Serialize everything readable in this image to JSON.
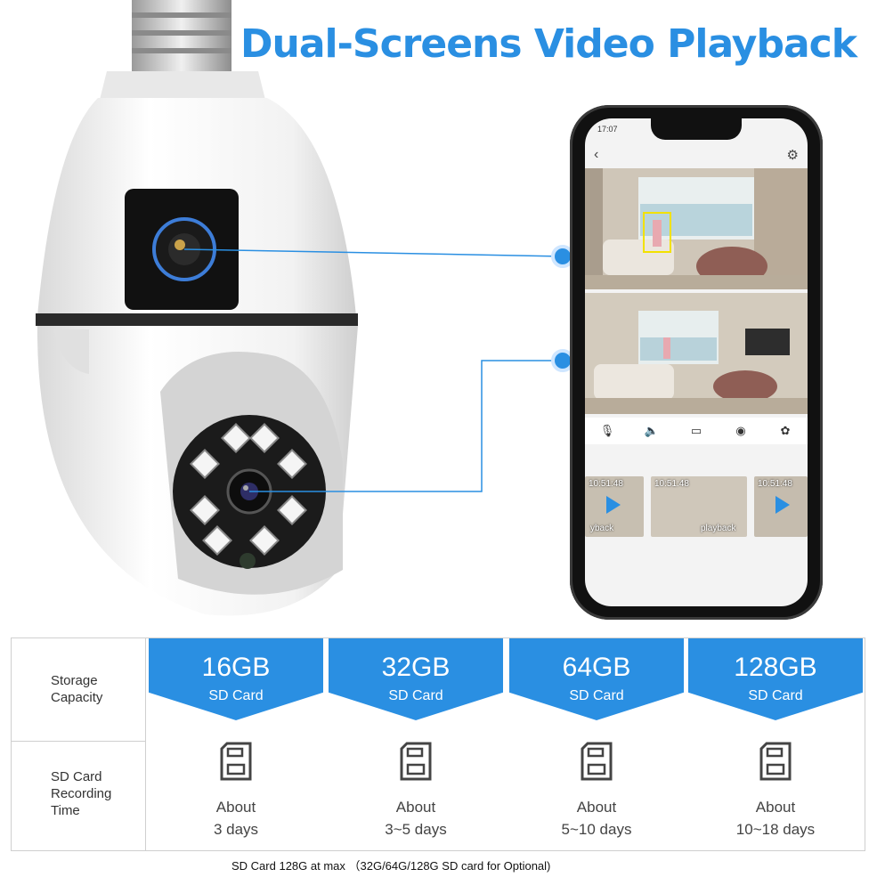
{
  "title": "Dual-Screens Video Playback",
  "accent_color": "#2a8fe2",
  "phone": {
    "status_time": "17:07",
    "header": {
      "back_icon": "chevron-left-icon",
      "settings_icon": "gear-icon"
    },
    "controls": [
      {
        "icon": "microphone-icon",
        "glyph": "🎤"
      },
      {
        "icon": "speaker-mute-icon",
        "glyph": "🔇"
      },
      {
        "icon": "video-record-icon",
        "glyph": "▭"
      },
      {
        "icon": "camera-icon",
        "glyph": "📷"
      },
      {
        "icon": "palette-icon",
        "glyph": "✿"
      }
    ],
    "thumbnails": [
      {
        "time": "10:51:48",
        "label": "yback"
      },
      {
        "time": "10:51:48",
        "label": "playback"
      },
      {
        "time": "10:51:48",
        "label": ""
      }
    ]
  },
  "table": {
    "row_labels": {
      "storage": "Storage Capacity",
      "recording": "SD Card Recording Time"
    },
    "columns": [
      {
        "capacity": "16GB",
        "sub": "SD Card",
        "about": "About",
        "days": "3 days"
      },
      {
        "capacity": "32GB",
        "sub": "SD Card",
        "about": "About",
        "days": "3~5 days"
      },
      {
        "capacity": "64GB",
        "sub": "SD Card",
        "about": "About",
        "days": "5~10 days"
      },
      {
        "capacity": "128GB",
        "sub": "SD Card",
        "about": "About",
        "days": "10~18 days"
      }
    ]
  },
  "footnote": "SD Card 128G at max （32G/64G/128G SD card for Optional)"
}
